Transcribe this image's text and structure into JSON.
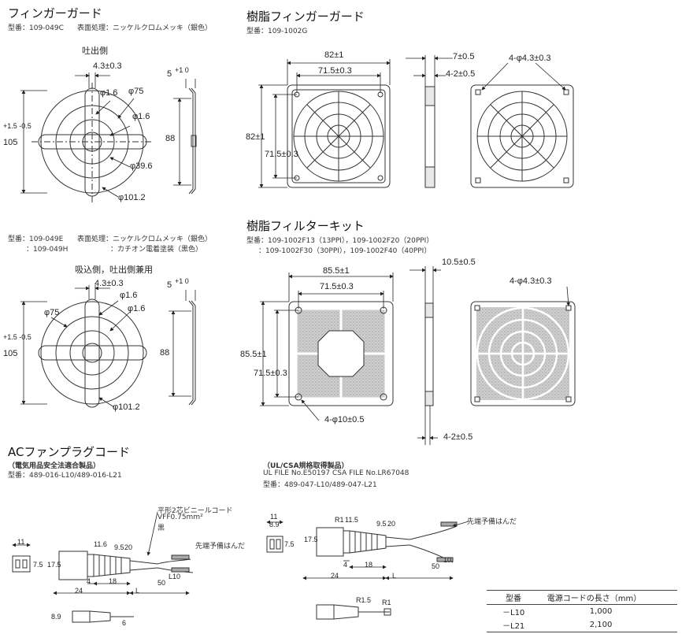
{
  "sec1": {
    "title": "フィンガーガード",
    "model": "型番：109-049C",
    "finish": "表面処理：ニッケルクロムメッキ（銀色）",
    "side": "吐出側"
  },
  "sec1_dims": {
    "gap": "4.3±0.3",
    "d16a": "φ1.6",
    "d75": "φ75",
    "d16b": "φ1.6",
    "d396": "φ39.6",
    "d1012": "φ101.2",
    "h105": "105",
    "tol": "+1.5 -0.5",
    "w5": "5",
    "tol5": "+1 0",
    "h88": "88"
  },
  "sec2": {
    "title": "樹脂フィンガーガード",
    "model": "型番：109-1002G"
  },
  "sec2_dims": {
    "w82": "82±1",
    "w715": "71.5±0.3",
    "h82": "82±1",
    "h715": "71.5±0.3",
    "t7": "7±0.5",
    "t4": "4-2±0.5",
    "holes": "4-φ4.3±0.3"
  },
  "sec3": {
    "model_a": "型番：109-049E",
    "finish_a": "表面処理：ニッケルクロムメッキ（銀色）",
    "model_b": "：109-049H",
    "finish_b": "：カチオン電着塗装（黒色）",
    "side": "吸込側，吐出側兼用"
  },
  "sec3_dims": {
    "gap": "4.3±0.3",
    "d16a": "φ1.6",
    "d75": "φ75",
    "d16b": "φ1.6",
    "d1012": "φ101.2",
    "h105": "105",
    "tol": "+1.5 -0.5",
    "w5": "5",
    "tol5": "+1 0",
    "h88": "88"
  },
  "sec4": {
    "title": "樹脂フィルターキット",
    "model_a": "型番：109-1002F13（13PPI），109-1002F20（20PPI）",
    "model_b": "：109-1002F30（30PPI），109-1002F40（40PPI）"
  },
  "sec4_dims": {
    "w855": "85.5±1",
    "w715": "71.5±0.3",
    "h855": "85.5±1",
    "h715": "71.5±0.3",
    "t105": "10.5±0.5",
    "holes": "4-φ4.3±0.3",
    "hole10": "4-φ10±0.5",
    "t4": "4-2±0.5"
  },
  "sec5": {
    "title": "ACファンプラグコード",
    "cert": "（電気用品安全法適合製品）",
    "model": "型番：489-016-L10/489-016-L21",
    "cord_label": "平形2芯ビニールコード",
    "cord_spec": "VFF0.75mm²",
    "cord_color": "黒",
    "tip": "先端予備はんだ"
  },
  "sec5_dims": {
    "d11": "11",
    "d75": "7.5",
    "d175": "17.5",
    "d116": "11.6",
    "d95": "9.5",
    "d20": "20",
    "d24": "24",
    "d4": "4",
    "d18": "18",
    "dL": "L",
    "d50": "50",
    "d10": "L10",
    "d89": "8.9",
    "d6": "6"
  },
  "sec6": {
    "title": "（UL/CSA規格取得製品）",
    "file": "UL FILE No.E50197 CSA FILE No.LR67048",
    "model": "型番：489-047-L10/489-047-L21",
    "tip": "先端予備はんだ"
  },
  "sec6_dims": {
    "d11": "11",
    "d89": "8.9",
    "d75": "7.5",
    "d175": "17.5",
    "r1": "R1",
    "d115": "11.5",
    "d95": "9.5",
    "d20": "20",
    "d4": "4",
    "d18": "18",
    "d24": "24",
    "dL": "L",
    "d50": "50",
    "d10": "10",
    "r15": "R1.5",
    "rr1": "R1"
  },
  "table": {
    "h1": "型番",
    "h2": "電源コードの長さ（mm）",
    "rows": [
      {
        "k": "－L10",
        "v": "1,000"
      },
      {
        "k": "－L21",
        "v": "2,100"
      }
    ]
  }
}
